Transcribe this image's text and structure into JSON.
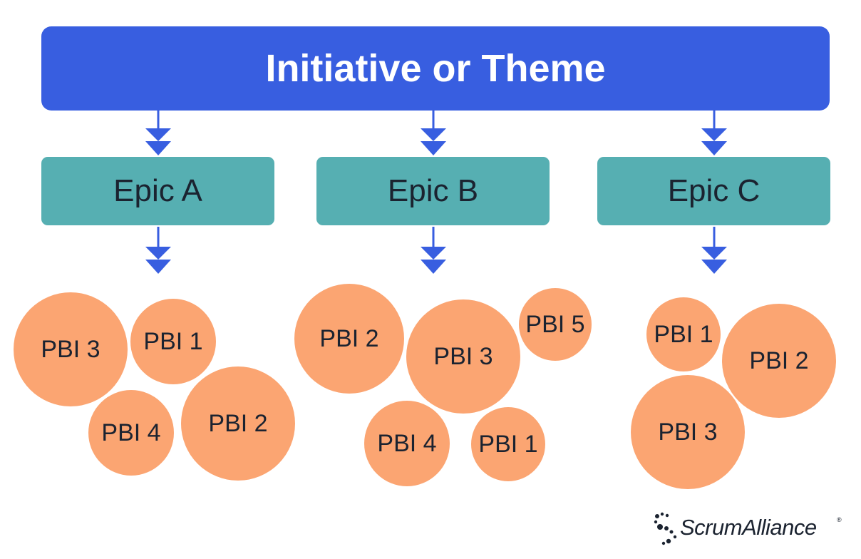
{
  "initiative": {
    "label": "Initiative or Theme"
  },
  "epics": [
    {
      "label": "Epic A"
    },
    {
      "label": "Epic B"
    },
    {
      "label": "Epic C"
    }
  ],
  "pbis": {
    "epic_a": [
      "PBI 3",
      "PBI 1",
      "PBI 4",
      "PBI 2"
    ],
    "epic_b": [
      "PBI 2",
      "PBI 3",
      "PBI 5",
      "PBI 4",
      "PBI 1"
    ],
    "epic_c": [
      "PBI 1",
      "PBI 2",
      "PBI 3"
    ]
  },
  "logo": {
    "brand": "ScrumAlliance",
    "mark": "®"
  },
  "colors": {
    "initiative": "#385ee0",
    "epic": "#56afb2",
    "pbi": "#fba572",
    "arrow": "#385ee0",
    "text": "#1b2330"
  }
}
